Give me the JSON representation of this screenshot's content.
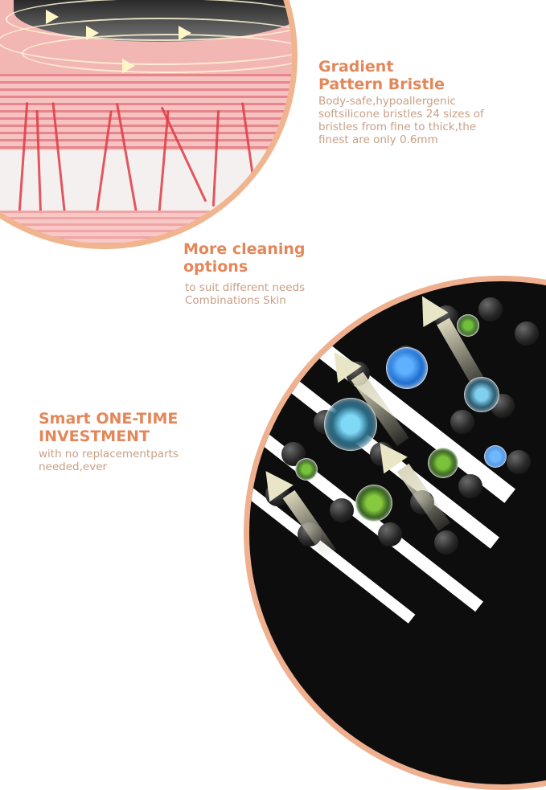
{
  "sections": [
    {
      "title_lines": [
        "Gradient",
        "Pattern Bristle"
      ],
      "desc_lines": [
        "Body-safe,hypoallergenic",
        "softsilicone bristles 24 sizes of",
        "bristles from fine to thick,the",
        "finest are only 0.6mm"
      ]
    },
    {
      "title_lines": [
        "More cleaning",
        "options"
      ],
      "desc_lines": [
        "to suit different needs",
        "Combinations Skin"
      ]
    },
    {
      "title_lines": [
        "Smart ONE-TIME",
        "INVESTMENT"
      ],
      "desc_lines": [
        "with no replacementparts",
        "needed,ever"
      ]
    }
  ],
  "images": {
    "top_circle": "brush-on-skin-layers-illustration",
    "bottom_circle": "silicone-bristles-removing-germs-illustration"
  },
  "colors": {
    "title": "#e3875a",
    "description": "#c99f86",
    "circle_border": "#efb08f",
    "skin_pink": "#f3b7b3"
  }
}
